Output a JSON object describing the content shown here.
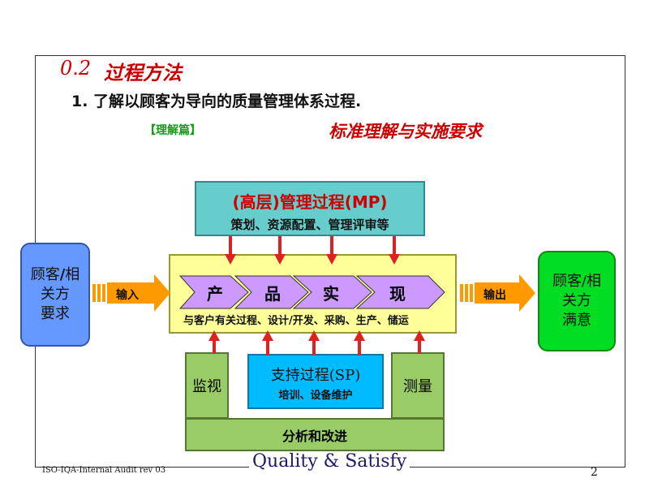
{
  "header": {
    "section_number": "0.2",
    "section_title": "过程方法",
    "subtitle": "1. 了解以顾客为导向的质量管理体系过程.",
    "tag": "【理解篇】",
    "standard_title": "标准理解与实施要求"
  },
  "management_process": {
    "title": "(高层)管理过程(MP)",
    "subtitle": "策划、资源配置、管理评审等"
  },
  "customer_requirements": {
    "line1_a": "顾客",
    "line1_slash": "/",
    "line1_b": "相",
    "line2": "关方",
    "line3": "要求"
  },
  "customer_satisfaction": {
    "line1": "顾客/相",
    "line2": "关方",
    "line3": "满意"
  },
  "input_label": "输入",
  "output_label": "输出",
  "product_realization": {
    "steps": [
      "产",
      "品",
      "实",
      "现"
    ],
    "subtitle": "与客户有关过程、设计/开发、采购、生产、储运"
  },
  "support_process": {
    "title": "支持过程(SP)",
    "subtitle": "培训、设备维护"
  },
  "monitoring": "监视",
  "measurement": "测量",
  "analysis_improvement": "分析和改进",
  "footer": {
    "left": "ISO-IQA-Internal Audit   rev 03",
    "center": "Quality & Satisfy",
    "page_number": "2"
  },
  "colors": {
    "title_red": "#cc0000",
    "mp_box": "#66cccc",
    "main_box": "#ffff99",
    "customer_box": "#6699ff",
    "satisfaction_box": "#00dd22",
    "support_box": "#00bbff",
    "green_box": "#99cc66",
    "chevron": "#cc99ff",
    "arrow_red": "#dd2222",
    "io_arrow": "#ff9900"
  }
}
